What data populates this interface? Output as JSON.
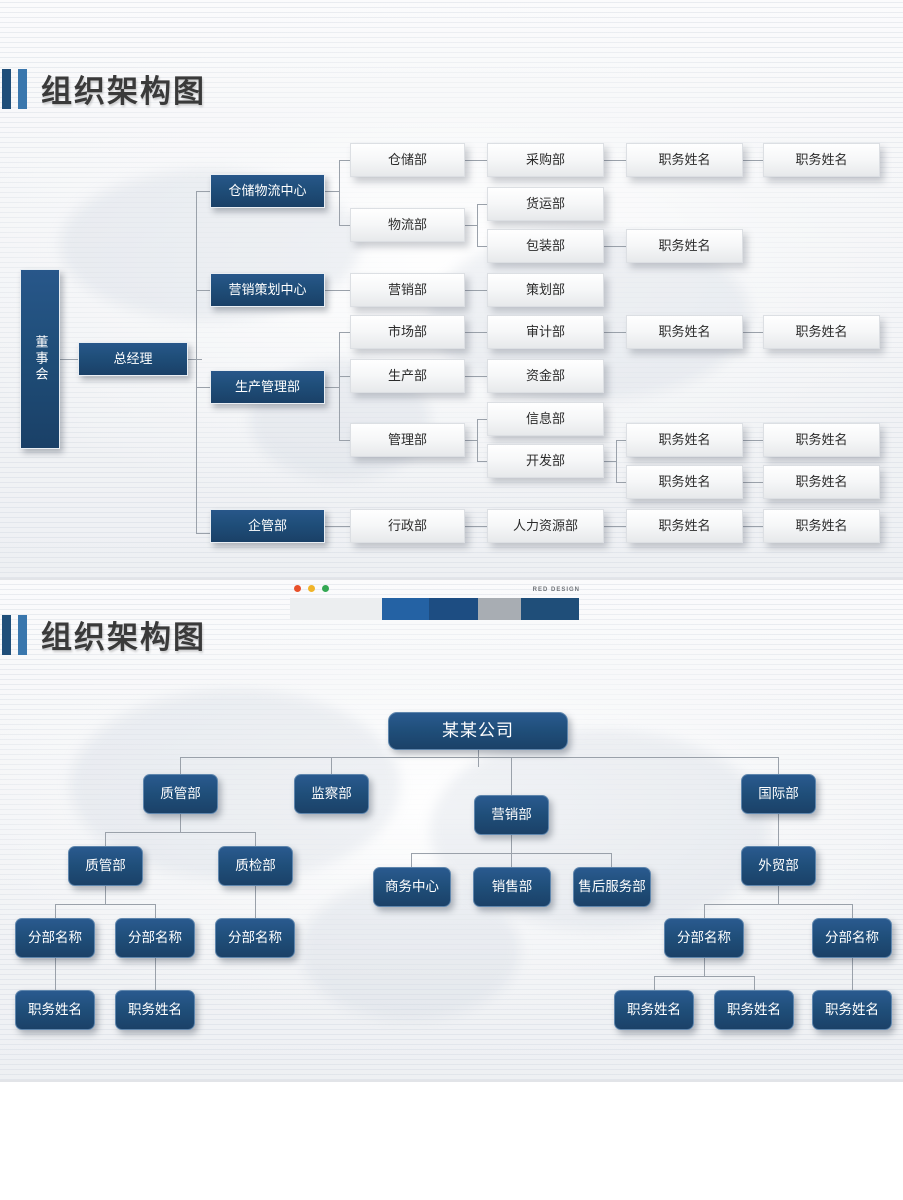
{
  "meta": {
    "accent_dark": "#1f4e79",
    "accent_light": "#3a77ad",
    "node_white": "#f2f3f5",
    "line": "#9aa1aa"
  },
  "section1": {
    "title": "组织架构图",
    "nodes": {
      "board": "董事会",
      "gm": "总经理",
      "l1": [
        "仓储物流中心",
        "营销策划中心",
        "生产管理部",
        "企管部"
      ],
      "warehouse_children": [
        "仓储部",
        "物流部"
      ],
      "logistics_children": [
        "货运部",
        "包装部"
      ],
      "purchase": "采购部",
      "marketing_center_child": "营销部",
      "planning": "策划部",
      "prod_children": [
        "市场部",
        "生产部",
        "管理部"
      ],
      "audit": "审计部",
      "funds": "资金部",
      "mgmt_children": [
        "信息部",
        "开发部"
      ],
      "admin": "行政部",
      "hr": "人力资源部",
      "person": "职务姓名"
    },
    "leaf_label": "职务姓名"
  },
  "section2": {
    "title": "组织架构图",
    "brand": {
      "name": "RED DESIGN",
      "dots": [
        "#e8502a",
        "#f0b429",
        "#34a853"
      ],
      "swatches": [
        "#eceef0",
        "#2462a4",
        "#1d4d82",
        "#a8adb3",
        "#1f4e79"
      ]
    },
    "nodes": {
      "root": "某某公司",
      "quality": "质管部",
      "supervision": "监察部",
      "sales_center": "营销部",
      "international": "国际部",
      "quality_children": [
        "质管部",
        "质检部"
      ],
      "branch": "分部名称",
      "person": "职务姓名",
      "sales_children": [
        "商务中心",
        "销售部",
        "售后服务部"
      ],
      "foreign_trade": "外贸部"
    }
  }
}
